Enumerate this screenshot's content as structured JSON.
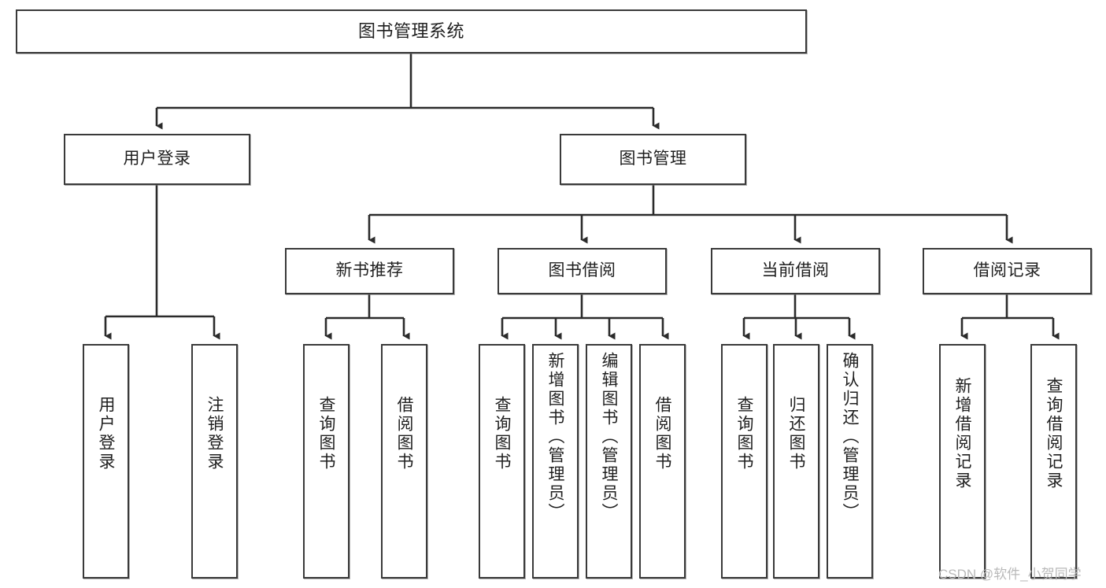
{
  "diagram": {
    "title": "图书管理系统",
    "type": "functional-structure-tree",
    "orientation": "top-down",
    "watermark": "CSDN @软件_小贺同学",
    "colors": {
      "box_border": "#3a3a3a",
      "box_fill": "#ffffff",
      "edge": "#2b2b2b",
      "text": "#1f1f1f",
      "watermark": "#b9b9b9"
    },
    "nodes": {
      "root": {
        "label": "图书管理系统"
      },
      "level2": [
        {
          "id": "user-login",
          "label": "用户登录"
        },
        {
          "id": "book-manage",
          "label": "图书管理"
        }
      ],
      "level3": [
        {
          "id": "new-book-recommend",
          "label": "新书推荐"
        },
        {
          "id": "book-borrow",
          "label": "图书借阅"
        },
        {
          "id": "current-borrow",
          "label": "当前借阅"
        },
        {
          "id": "borrow-record",
          "label": "借阅记录"
        }
      ],
      "leaves": {
        "user_login": [
          {
            "id": "leaf-user-login",
            "label": "用户登录"
          },
          {
            "id": "leaf-logout",
            "label": "注销登录"
          }
        ],
        "new_book_recommend": [
          {
            "id": "leaf-query-book-1",
            "label": "查询图书"
          },
          {
            "id": "leaf-borrow-book-1",
            "label": "借阅图书"
          }
        ],
        "book_borrow": [
          {
            "id": "leaf-query-book-2",
            "label": "查询图书"
          },
          {
            "id": "leaf-add-book",
            "label": "新增图书（管理员）"
          },
          {
            "id": "leaf-edit-book",
            "label": "编辑图书（管理员）"
          },
          {
            "id": "leaf-borrow-book-2",
            "label": "借阅图书"
          }
        ],
        "current_borrow": [
          {
            "id": "leaf-query-book-3",
            "label": "查询图书"
          },
          {
            "id": "leaf-return-book",
            "label": "归还图书"
          },
          {
            "id": "leaf-confirm-return",
            "label": "确认归还（管理员）"
          }
        ],
        "borrow_record": [
          {
            "id": "leaf-add-record",
            "label": "新增借阅记录"
          },
          {
            "id": "leaf-query-record",
            "label": "查询借阅记录"
          }
        ]
      }
    }
  }
}
